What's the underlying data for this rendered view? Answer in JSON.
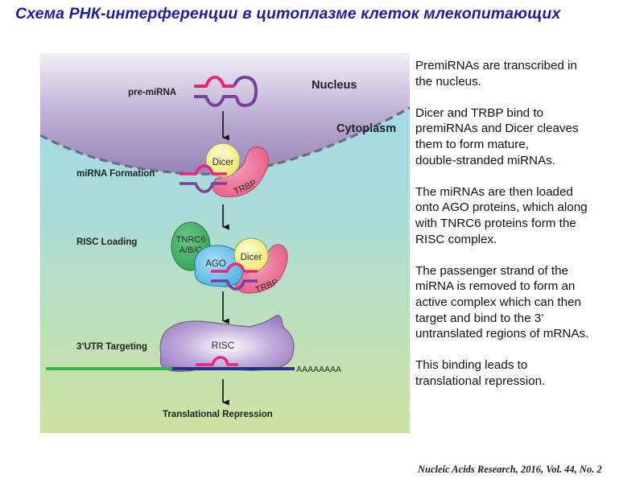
{
  "title": "Схема РНК-интерференции в цитоплазме клеток млекопитающих",
  "diagram": {
    "compartments": {
      "nucleus": "Nucleus",
      "cytoplasm": "Cytoplasm"
    },
    "steps": {
      "pre_mirna": "pre-miRNA",
      "mirna_formation": "miRNA Formation",
      "risc_loading": "RISC Loading",
      "utr_targeting": "3’UTR Targeting",
      "repression": "Translational Repression"
    },
    "proteins": {
      "dicer": "Dicer",
      "trbp": "TRBP",
      "tnrc6_line1": "TNRC6",
      "tnrc6_line2": "A/B/C",
      "ago": "AGO",
      "risc": "RISC"
    },
    "poly_a": "AAAAAAAA",
    "colors": {
      "guide_strand": "#e8267d",
      "passenger_strand": "#7b3fa0",
      "mrna_coding": "#3cb44b",
      "mrna_utr": "#24338a",
      "dicer": "#f5f08a",
      "trbp": "#ec5f8a",
      "tnrc6": "#3caa5a",
      "ago": "#4fb6e6",
      "risc": "#a889c9"
    }
  },
  "description": [
    "PremiRNAs are transcribed in\nthe nucleus.",
    "Dicer and TRBP bind to\npremiRNAs and Dicer cleaves\nthem to form mature,\ndouble-stranded miRNAs.",
    "The miRNAs are then loaded\nonto AGO proteins, which along\nwith TNRC6 proteins form the\nRISC complex.",
    " The passenger strand of the\nmiRNA is removed to form an\nactive complex which can then\ntarget and bind to the 3’\nuntranslated regions of mRNAs.",
    "This binding leads to\ntranslational repression."
  ],
  "citation": "Nucleic Acids Research, 2016, Vol. 44, No. 2"
}
